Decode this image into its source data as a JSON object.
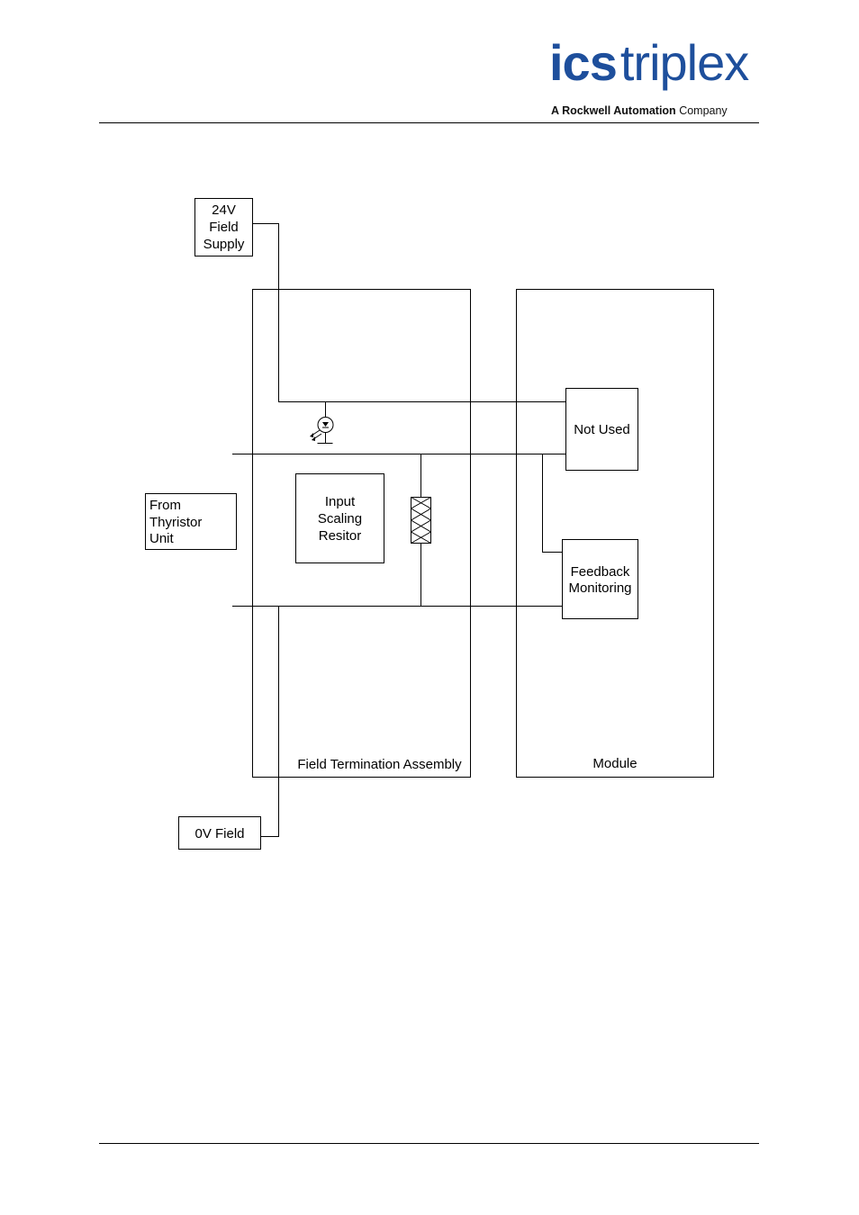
{
  "logo": {
    "brand_bold": "ics",
    "brand_light": "triplex",
    "tagline_a": "A",
    "tagline_main": "Rockwell Automation",
    "tagline_company": "Company",
    "color": "#1e4f9c"
  },
  "diagram": {
    "supply_24v": [
      "24V",
      "Field",
      "Supply"
    ],
    "from_thyristor": [
      "From",
      "Thyristor",
      "Unit"
    ],
    "zero_v_field": "0V Field",
    "input_scaling": [
      "Input",
      "Scaling",
      "Resitor"
    ],
    "not_used": "Not Used",
    "feedback_monitoring": [
      "Feedback",
      "Monitoring"
    ],
    "fta_label": "Field Termination Assembly",
    "module_label": "Module"
  }
}
